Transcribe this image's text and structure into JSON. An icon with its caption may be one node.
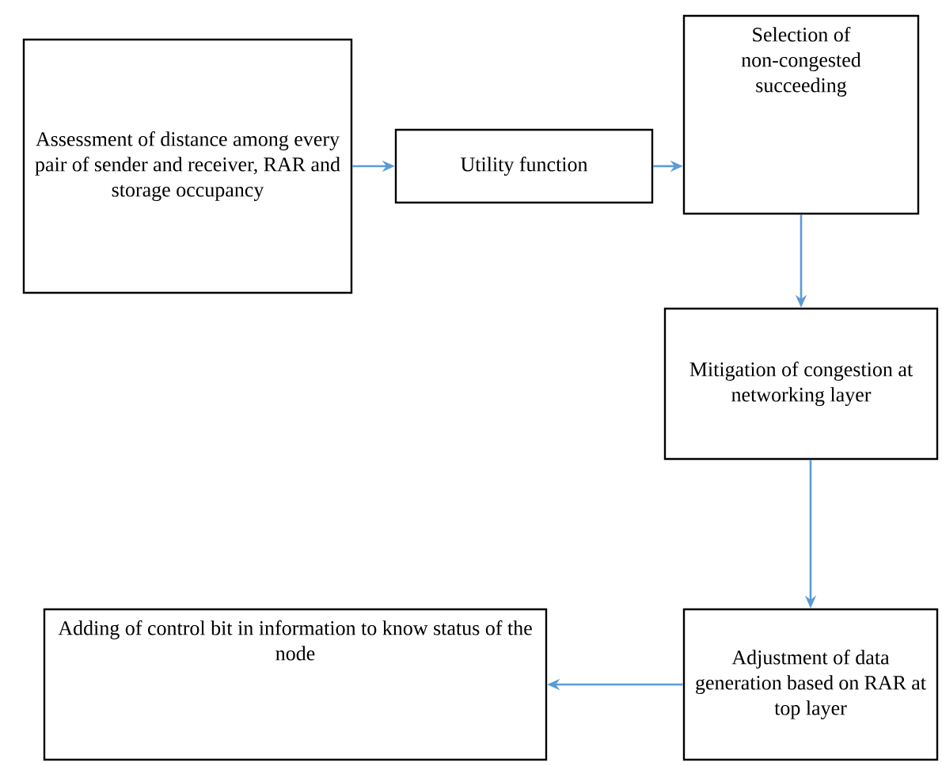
{
  "diagram": {
    "nodes": [
      {
        "text": [
          "Assessment of distance among every pair of sender and receiver, RAR and storage occupancy"
        ]
      },
      {
        "text": [
          "Utility function"
        ]
      },
      {
        "text": [
          "Selection of non-congested succeeding"
        ]
      },
      {
        "text": [
          "Mitigation of congestion at networking layer"
        ]
      },
      {
        "text": [
          "Adjustment of data generation based on RAR at top layer"
        ]
      },
      {
        "text": [
          "Adding of control bit in information to know status of the node"
        ]
      }
    ],
    "edges": [
      {
        "from": 0,
        "to": 1,
        "arrow": "to"
      },
      {
        "from": 1,
        "to": 2,
        "arrow": "to"
      },
      {
        "from": 2,
        "to": 3,
        "arrow": "to"
      },
      {
        "from": 3,
        "to": 4,
        "arrow": "to"
      },
      {
        "from": 4,
        "to": 5,
        "arrow": "to"
      }
    ]
  }
}
